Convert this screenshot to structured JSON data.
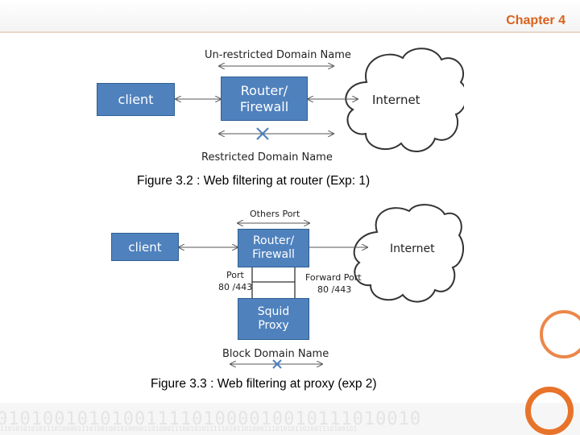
{
  "header": {
    "chapter": "Chapter 4"
  },
  "diagram1": {
    "client": "client",
    "router_line1": "Router/",
    "router_line2": "Firewall",
    "internet": "Internet",
    "unrestricted": "Un-restricted Domain Name",
    "restricted": "Restricted Domain Name",
    "caption": "Figure 3.2 : Web filtering at router (Exp: 1)"
  },
  "diagram2": {
    "client": "client",
    "router_line1": "Router/",
    "router_line2": "Firewall",
    "internet": "Internet",
    "others_port": "Others Port",
    "port_line1": "Port",
    "port_line2": "80 /443",
    "forward_line1": "Forward Port",
    "forward_line2": "80 /443",
    "squid_line1": "Squid",
    "squid_line2": "Proxy",
    "block": "Block Domain Name",
    "caption": "Figure 3.3 : Web filtering at proxy (exp 2)"
  },
  "colors": {
    "box_fill": "#4f81bd",
    "accent": "#e8732a",
    "chapter": "#d9621c"
  },
  "footer": {
    "binary": "0101001010100111101000010010111010010",
    "binary_small": "11010101010111010000111010010010100001101000111001010111110101101000111010101101001110100101"
  }
}
